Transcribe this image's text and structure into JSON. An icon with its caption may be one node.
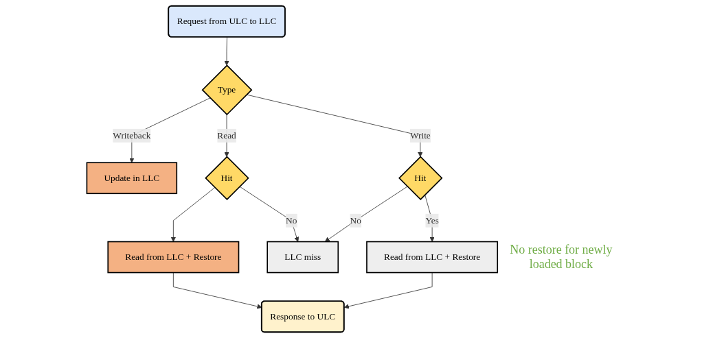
{
  "diagram": {
    "nodes": [
      {
        "text": [
          "Response to ULC"
        ]
      },
      {
        "text": [
          "Read from LLC + Restore"
        ]
      },
      {
        "text": [
          "Request from ULC to LLC"
        ]
      },
      {
        "text": [
          "Type"
        ]
      },
      {
        "text": [
          "Update in LLC"
        ]
      },
      {
        "text": [
          "Hit"
        ]
      },
      {
        "text": [
          "Hit"
        ]
      },
      {
        "text": [
          "LLC miss"
        ]
      },
      {
        "text": [
          "Read from LLC + Restore"
        ],
        "beside": [
          "No restore for newly loaded block"
        ]
      }
    ],
    "edges": [
      {
        "from": 2,
        "to": 3,
        "arrow": "to"
      },
      {
        "from": 3,
        "to": 5,
        "arrow": "to",
        "label": "Read"
      },
      {
        "from": 3,
        "to": 4,
        "arrow": "to",
        "label": "Writeback"
      },
      {
        "from": 3,
        "to": 6,
        "arrow": "to",
        "label": "Write"
      },
      {
        "from": 5,
        "to": 1,
        "arrow": "to"
      },
      {
        "from": 5,
        "to": 7,
        "arrow": "to",
        "label": "No"
      },
      {
        "from": 6,
        "to": 7,
        "arrow": "to",
        "label": "No"
      },
      {
        "from": 6,
        "to": 8,
        "arrow": "to",
        "label": "Yes"
      },
      {
        "from": 1,
        "to": 0,
        "arrow": "to"
      },
      {
        "from": 8,
        "to": 0,
        "arrow": "to"
      }
    ]
  }
}
